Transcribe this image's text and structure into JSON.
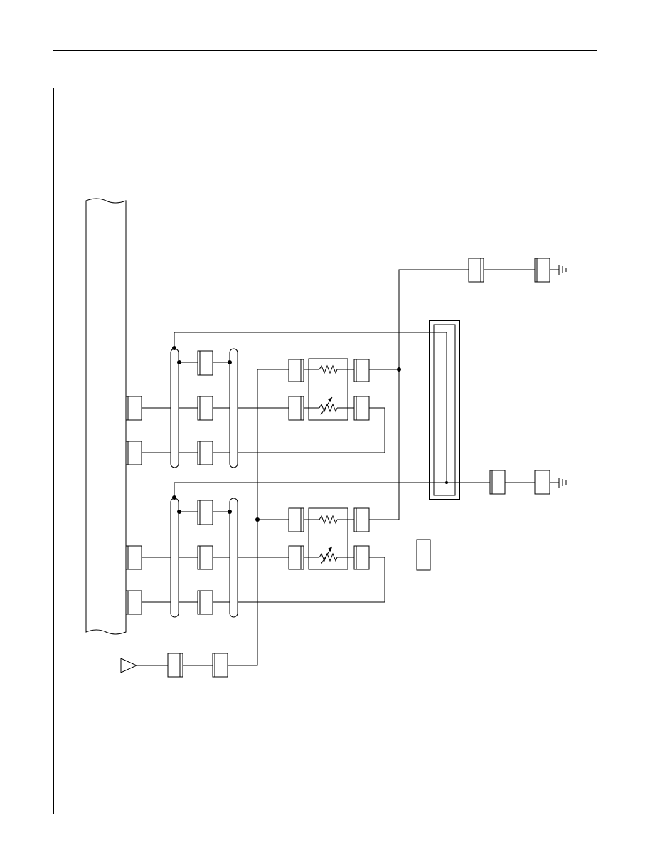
{
  "page": {
    "background": "#ffffff",
    "line_color": "#000000"
  },
  "diagram": {
    "kind": "wiring-schematic",
    "labels": {},
    "icons": [
      "connector",
      "shielded-cable",
      "sensor-resistor",
      "variable-resistor",
      "ground-symbol",
      "junction-dot",
      "signal-triangle-icon"
    ]
  }
}
